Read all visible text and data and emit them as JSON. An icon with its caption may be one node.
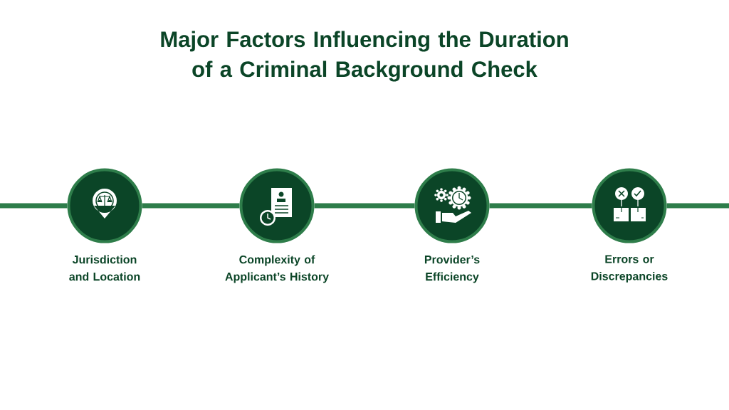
{
  "diagram": {
    "title": "Major Factors Influencing the Duration of a Criminal Background Check",
    "nodes": [
      {
        "text": [
          "Jurisdiction and Location"
        ]
      },
      {
        "text": [
          "Complexity of Applicant’s History"
        ]
      },
      {
        "text": [
          "Provider’s Efficiency"
        ]
      },
      {
        "text": [
          "Errors or Discrepancies"
        ]
      }
    ],
    "edges": [
      {
        "from": null,
        "to": 0,
        "arrow": "none"
      },
      {
        "from": 0,
        "to": 1,
        "arrow": "none"
      },
      {
        "from": 1,
        "to": 2,
        "arrow": "none"
      },
      {
        "from": 2,
        "to": 3,
        "arrow": "none"
      },
      {
        "from": 3,
        "to": null,
        "arrow": "none"
      }
    ]
  }
}
